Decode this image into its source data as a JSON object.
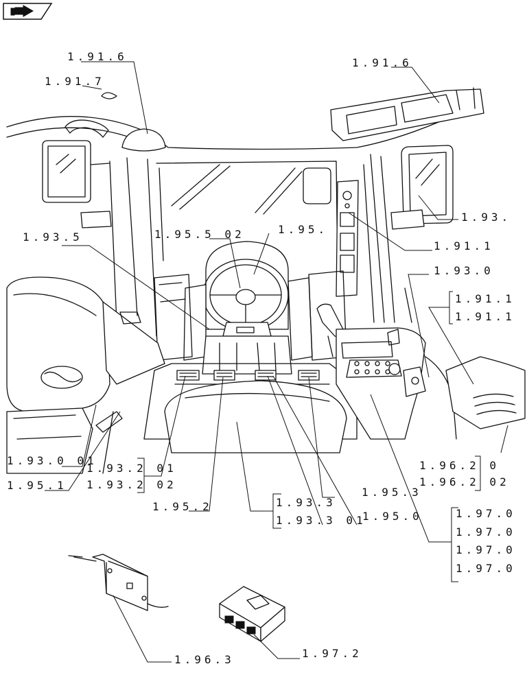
{
  "nav": {
    "icon": "next-page-arrow-icon"
  },
  "labels": {
    "ref_1916_a": "1.91.6",
    "ref_1917": "1.91.7",
    "ref_1916_b": "1.91.6",
    "ref_193_right": "1.93.",
    "ref_1935": "1.93.5",
    "ref_1955_02": "1.95.5 02",
    "ref_195_top": "1.95.",
    "ref_1911": "1.91.1",
    "ref_1930": "1.93.0",
    "ref_191_a": "1.91.1",
    "ref_191_b": "1.91.1",
    "ref_1930_01": "1.93.0 01",
    "ref_1951": "1.95.1",
    "ref_1932_01": "1.93.2 01",
    "ref_1932_02": "1.93.2 02",
    "ref_1952": "1.95.2",
    "ref_1933": "1.93.3",
    "ref_1953": "1.95.3",
    "ref_1933_01": "1.93.3 01",
    "ref_1950": "1.95.0",
    "ref_1962_0": "1.96.2 0",
    "ref_1962_02": "1.96.2 02",
    "ref_1970_a": "1.97.0",
    "ref_1970_b": "1.97.0",
    "ref_1970_c": "1.97.0",
    "ref_1970_d": "1.97.0",
    "ref_1963": "1.96.3",
    "ref_1972": "1.97.2"
  }
}
